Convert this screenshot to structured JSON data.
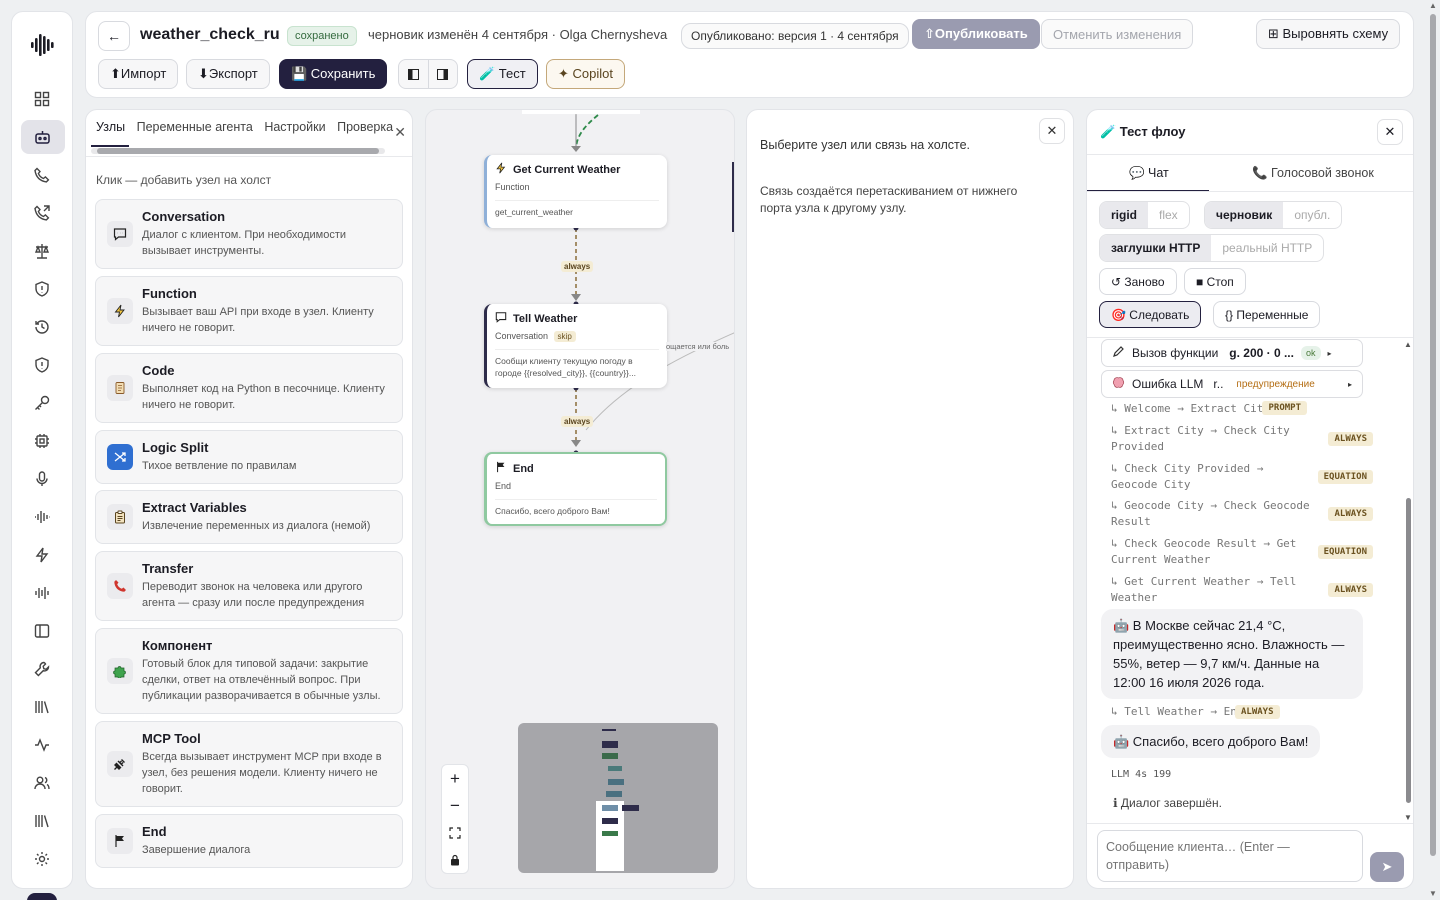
{
  "header": {
    "back_label": "←",
    "flow_name": "weather_check_ru",
    "saved_badge": "сохранено",
    "draft_info": "черновик изменён 4 сентября · Olga Chernysheva",
    "published_info": "Опубликовано: версия 1 · 4 сентября",
    "publish_label": "⇧Опубликовать",
    "discard_label": "Отменить изменения",
    "align_label": "⊞ Выровнять схему"
  },
  "toolbar": {
    "import_label": "⬆Импорт",
    "export_label": "⬇Экспорт",
    "save_label": "💾 Сохранить",
    "test_label": "🧪 Тест",
    "copilot_label": "✦ Copilot"
  },
  "nodes_panel": {
    "tabs": [
      "Узлы",
      "Переменные агента",
      "Настройки",
      "Проверка"
    ],
    "hint": "Клик — добавить узел на холст",
    "items": [
      {
        "title": "Conversation",
        "desc": "Диалог с клиентом. При необходимости вызывает инструменты.",
        "icon": "chat-icon"
      },
      {
        "title": "Function",
        "desc": "Вызывает ваш API при входе в узел. Клиенту ничего не говорит.",
        "icon": "bolt-icon"
      },
      {
        "title": "Code",
        "desc": "Выполняет код на Python в песочнице. Клиенту ничего не говорит.",
        "icon": "scroll-icon"
      },
      {
        "title": "Logic Split",
        "desc": "Тихое ветвление по правилам",
        "icon": "split-icon"
      },
      {
        "title": "Extract Variables",
        "desc": "Извлечение переменных из диалога (немой)",
        "icon": "clipboard-icon"
      },
      {
        "title": "Transfer",
        "desc": "Переводит звонок на человека или другого агента — сразу или после предупреждения",
        "icon": "phone-icon"
      },
      {
        "title": "Компонент",
        "desc": "Готовый блок для типовой задачи: закрытие сделки, ответ на отвлечённый вопрос. При публикации разворачивается в обычные узлы.",
        "icon": "puzzle-icon"
      },
      {
        "title": "MCP Tool",
        "desc": "Всегда вызывает инструмент MCP при входе в узел, без решения модели. Клиенту ничего не говорит.",
        "icon": "plug-icon"
      },
      {
        "title": "End",
        "desc": "Завершение диалога",
        "icon": "flag-icon"
      }
    ]
  },
  "canvas": {
    "nodes": [
      {
        "title": "Get Current Weather",
        "type": "Function",
        "body": "get_current_weather",
        "icon": "bolt-icon"
      },
      {
        "title": "Tell Weather",
        "type": "Conversation",
        "badge": "skip",
        "body": "Сообщи клиенту текущую погоду в городе {{resolved_city}}, {{country}}...",
        "icon": "chat-icon"
      },
      {
        "title": "End",
        "type": "End",
        "body": "Спасибо, всего доброго Вам!",
        "icon": "flag-icon"
      }
    ],
    "edge_labels": [
      "always",
      "always"
    ],
    "side_edge_label": "ощается или боль"
  },
  "inspector": {
    "hint1": "Выберите узел или связь на холсте.",
    "hint2": "Связь создаётся перетаскиванием от нижнего порта узла к другому узлу."
  },
  "test_panel": {
    "title": "🧪 Тест флоу",
    "tab_chat": "💬 Чат",
    "tab_voice": "📞 Голосовой звонок",
    "mode_a": [
      "rigid",
      "flex"
    ],
    "mode_b": [
      "черновик",
      "опубл."
    ],
    "mode_c": [
      "заглушки HTTP",
      "реальный HTTP"
    ],
    "restart_label": "↺ Заново",
    "stop_label": "■ Стоп",
    "follow_label": "🎯 Следовать",
    "vars_label": "{} Переменные",
    "func_call": {
      "label": "Вызов функции",
      "detail": "g. 200 · 0 ...",
      "status": "ok"
    },
    "llm_error": {
      "label": "Ошибка LLM",
      "detail": "r..",
      "status": "предупреждение"
    },
    "traces": [
      {
        "text": "↳ Welcome → Extract City",
        "tag": "PROMPT"
      },
      {
        "text": "↳ Extract City → Check City Provided",
        "tag": "ALWAYS"
      },
      {
        "text": "↳ Check City Provided → Geocode City",
        "tag": "EQUATION"
      },
      {
        "text": "↳ Geocode City → Check Geocode Result",
        "tag": "ALWAYS"
      },
      {
        "text": "↳ Check Geocode Result → Get Current Weather",
        "tag": "EQUATION"
      },
      {
        "text": "↳ Get Current Weather → Tell Weather",
        "tag": "ALWAYS"
      }
    ],
    "bot_msg1": "🤖 В Москве сейчас 21,4 °C, преимущественно ясно. Влажность — 55%, ветер — 9,7 км/ч. Данные на 12:00 16 июля 2026 года.",
    "trace_end": {
      "text": "↳ Tell Weather → End",
      "tag": "ALWAYS"
    },
    "bot_msg2": "🤖 Спасибо, всего доброго Вам!",
    "llm_meta": "LLM 4s 199",
    "dialog_done": "ℹ Диалог завершён.",
    "input_placeholder": "Сообщение клиента… (Enter — отправить)",
    "send_label": "➤"
  },
  "colors": {
    "accent": "#23203f",
    "edge_tag_bg": "#f4ecd4",
    "ok": "#4a7a3a",
    "warn": "#b46e14"
  }
}
